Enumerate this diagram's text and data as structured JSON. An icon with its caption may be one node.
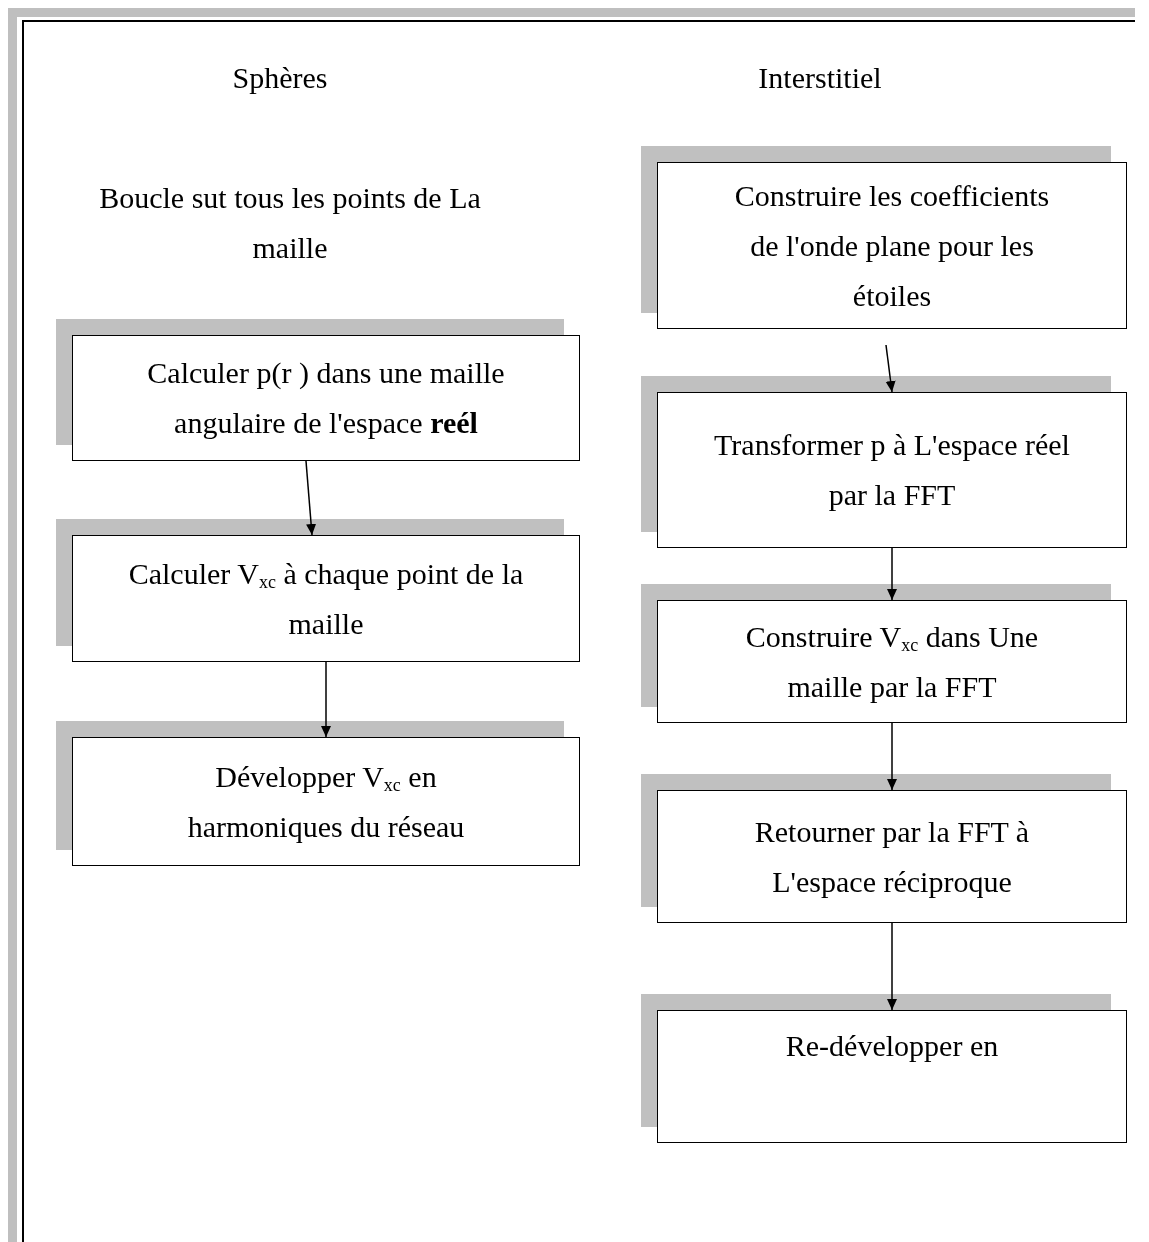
{
  "diagram": {
    "nodes": [
      {
        "text": [
          "Calculer p(r ) dans une maille angulaire de l'espace **reél**"
        ]
      },
      {
        "text": [
          "Calculer V$_{xc}$ à chaque point de la  maille"
        ]
      },
      {
        "text": [
          "Développer V$_{xc}$ en harmoniques du réseau"
        ]
      },
      {
        "text": [
          "Construire les coefficients de l'onde plane pour les étoiles"
        ]
      },
      {
        "text": [
          "Transformer p à L'espace réel par la FFT"
        ]
      },
      {
        "text": [
          "Construire  V$_{xc}$ dans Une maille par la FFT"
        ]
      },
      {
        "text": [
          "Retourner par la FFT à L'espace réciproque"
        ]
      },
      {
        "text": [
          "Re-développer  en"
        ]
      }
    ],
    "edges": [
      {
        "from": 0,
        "to": 1,
        "arrow": "to"
      },
      {
        "from": 1,
        "to": 2,
        "arrow": "to"
      },
      {
        "from": 3,
        "to": 4,
        "arrow": "to"
      },
      {
        "from": 4,
        "to": 5,
        "arrow": "to"
      },
      {
        "from": 5,
        "to": 6,
        "arrow": "to"
      },
      {
        "from": 6,
        "to": 7,
        "arrow": "to"
      }
    ],
    "labels": [
      "Sphères",
      "Interstitiel",
      "Boucle sut tous les points de La maille"
    ]
  }
}
